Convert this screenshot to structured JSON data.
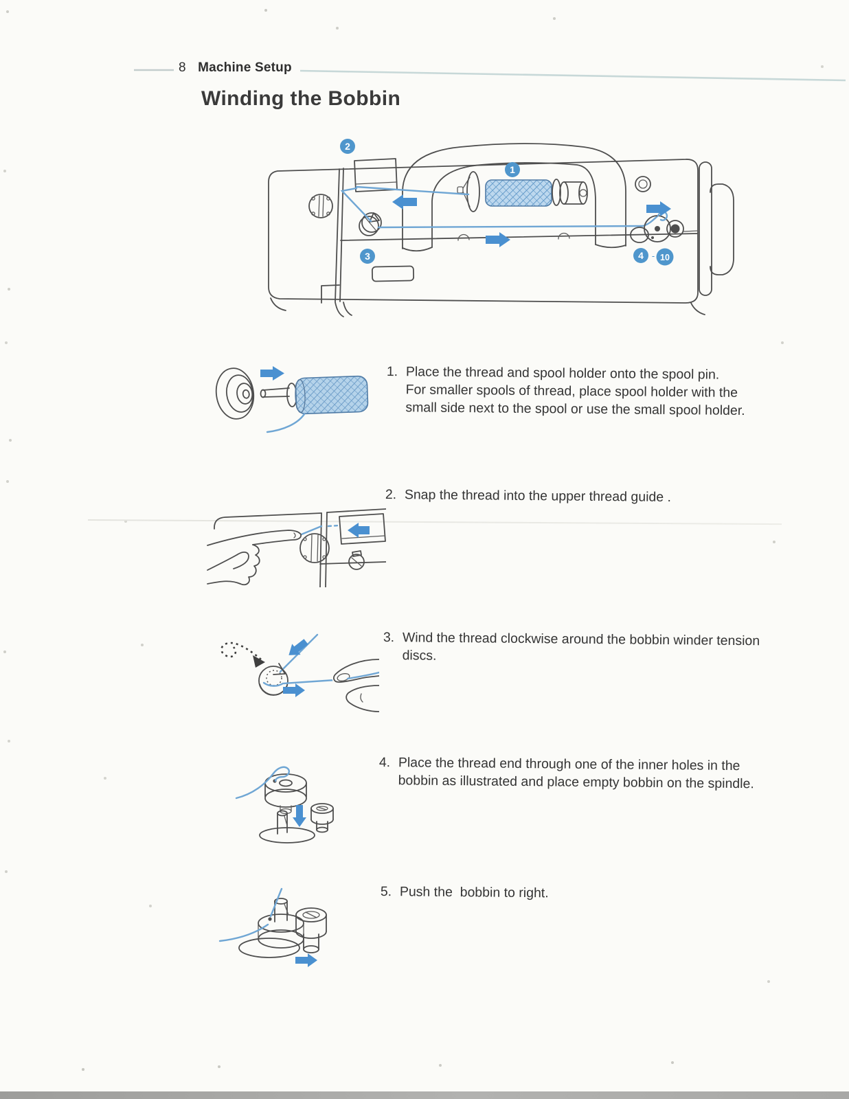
{
  "page": {
    "page_number": "8",
    "section_title": "Machine Setup",
    "title": "Winding the Bobbin"
  },
  "colors": {
    "paper": "#fbfbf8",
    "text": "#363636",
    "line_art": "#4e4e4e",
    "thread_blue": "#6fa6d4",
    "arrow_blue": "#4a90d0",
    "callout_blue": "#4f96cc",
    "header_rule": "#c7d8d8",
    "spool_fill": "#bdd8ee"
  },
  "diagram": {
    "name": "bobbin-winding-thread-path-top-view",
    "callouts": {
      "spool": "1",
      "upper_thread_guide": "2",
      "tension_discs": "3",
      "winder_start": "4",
      "winder_end": "10",
      "range_separator": "-"
    }
  },
  "steps": [
    {
      "number": "1.",
      "text": "Place the thread and spool holder onto the spool pin.\nFor smaller spools of thread, place spool holder with the\nsmall side next to the spool or use the small spool holder.",
      "illustration": "spool-holder-arrow-spool"
    },
    {
      "number": "2.",
      "text": "Snap the thread into the upper thread guide .",
      "illustration": "hand-snapping-thread-into-upper-guide"
    },
    {
      "number": "3.",
      "text": "Wind the thread clockwise around the bobbin winder tension\ndiscs.",
      "illustration": "thread-clockwise-around-tension-disc"
    },
    {
      "number": "4.",
      "text": "Place the thread end through one of the inner holes in the\nbobbin as illustrated and place empty bobbin on the spindle.",
      "illustration": "thread-through-bobbin-hole-onto-spindle"
    },
    {
      "number": "5.",
      "text": "Push the  bobbin to right.",
      "illustration": "push-bobbin-to-right"
    }
  ]
}
